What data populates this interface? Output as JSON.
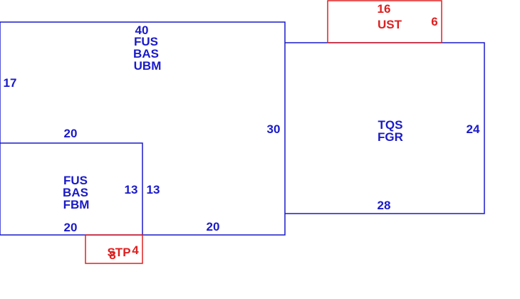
{
  "colors": {
    "main_outline": "#1a1ac8",
    "main_text": "#1a1ac8",
    "addon_outline": "#dd2020",
    "addon_text": "#dd2020",
    "background": "#ffffff"
  },
  "main_section": {
    "top_dim": "40",
    "codes": [
      "FUS",
      "BAS",
      "UBM"
    ],
    "left_dim": "17",
    "right_dim": "30",
    "bottom_dim": "20"
  },
  "lower_left_section": {
    "top_dim": "20",
    "codes": [
      "FUS",
      "BAS",
      "FBM"
    ],
    "right_dim_inside": "13",
    "right_dim_outside": "13",
    "bottom_dim": "20"
  },
  "right_section": {
    "codes": [
      "TQS",
      "FGR"
    ],
    "right_dim": "24",
    "bottom_dim": "28"
  },
  "top_addon": {
    "top_dim": "16",
    "code": "UST",
    "side_dim": "6"
  },
  "bottom_addon": {
    "code": "STP",
    "dim_a": "8",
    "dim_b": "4"
  }
}
